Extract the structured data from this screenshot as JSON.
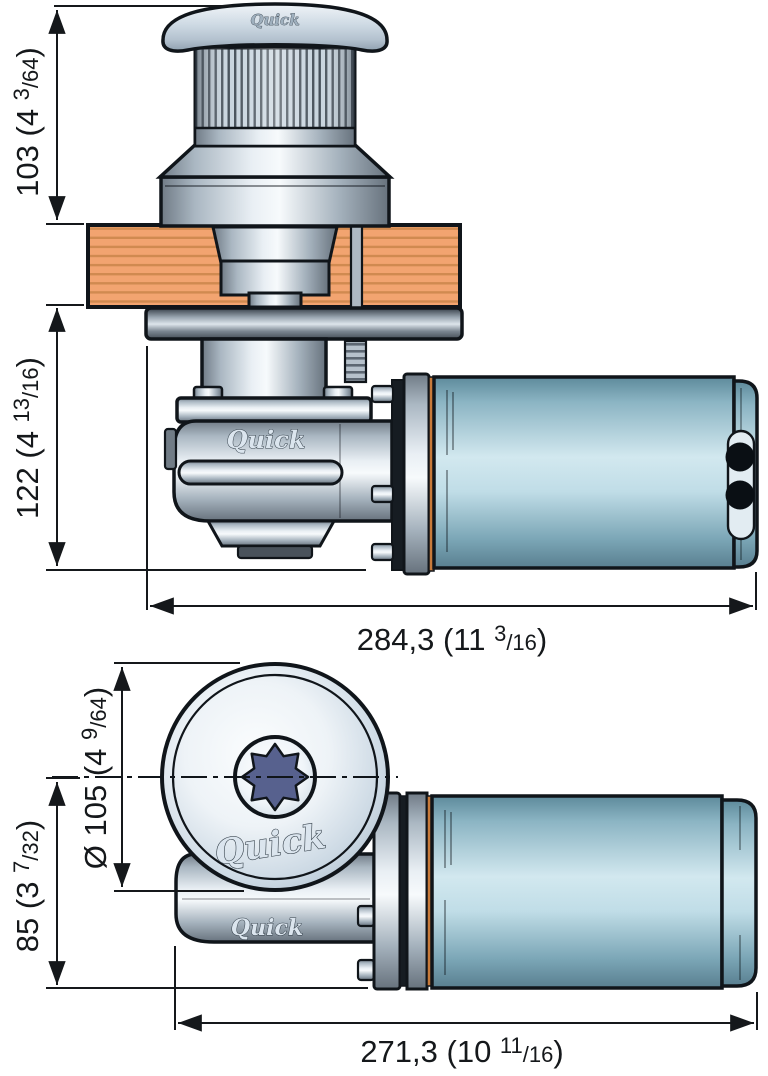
{
  "drawing": {
    "brand": "Quick"
  },
  "dimensions": {
    "height_above_deck": {
      "prefix": "103 (4 ",
      "num": "3",
      "den": "/64",
      "suffix": ")"
    },
    "height_below_deck": {
      "prefix": "122 (4 ",
      "num": "13",
      "den": "/16",
      "suffix": ")"
    },
    "overall_length_side": {
      "prefix": "284,3 (11 ",
      "num": "3",
      "den": "/16",
      "suffix": ")"
    },
    "drum_diameter": {
      "prefix": "Ø 105 (4 ",
      "num": "9",
      "den": "/64",
      "suffix": ")"
    },
    "overall_width": {
      "prefix": "85 (3 ",
      "num": "7",
      "den": "/32",
      "suffix": ")"
    },
    "overall_length_plan": {
      "prefix": "271,3 (10 ",
      "num": "11",
      "den": "/16",
      "suffix": ")"
    }
  },
  "colors": {
    "deck_wood": "#f2a470",
    "deck_grain": "#d08a50",
    "motor_teal": "#9cc4d2",
    "gasket_orange": "#c87a3a",
    "socket_star": "#57618e",
    "line": "#15181b"
  }
}
